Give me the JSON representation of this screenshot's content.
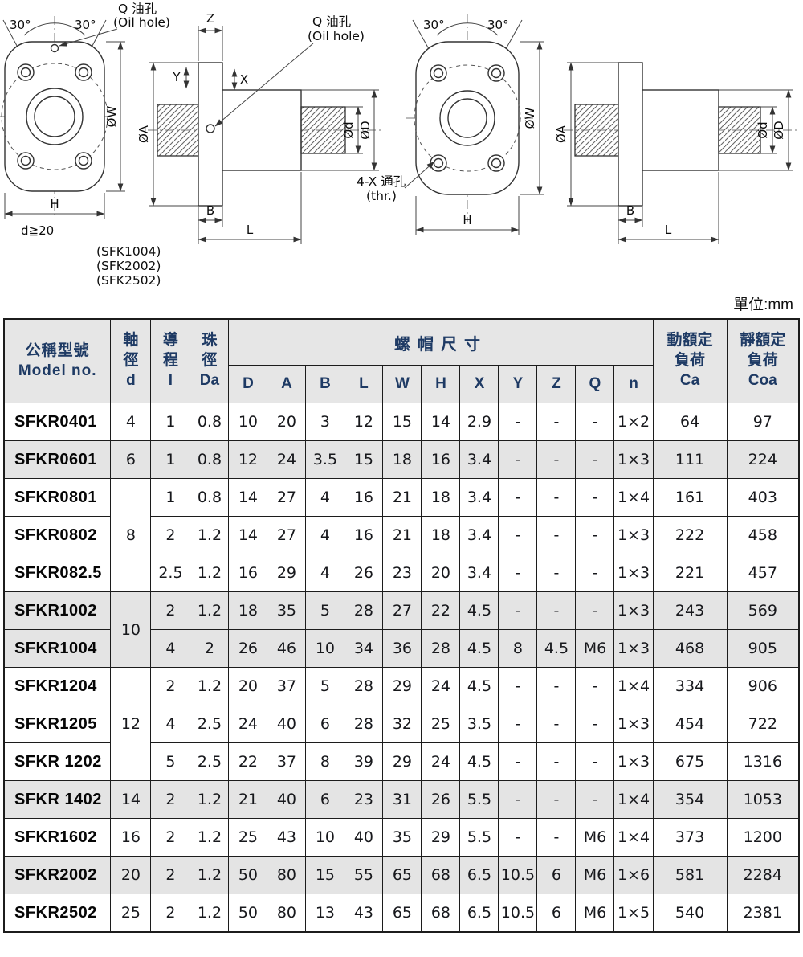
{
  "unit_label": "單位:mm",
  "drawings": {
    "oil_hole_label_1": {
      "line1": "Q 油孔",
      "line2": "(Oil hole)"
    },
    "oil_hole_label_2": {
      "line1": "Q 油孔",
      "line2": "(Oil hole)"
    },
    "thru_hole_label": {
      "line1": "4-X 通孔",
      "line2": "(thr.)"
    },
    "front_left": {
      "angle_left": "30°",
      "angle_right": "30°",
      "dia_w": "ØW",
      "h": "H",
      "d_note": "d≧20"
    },
    "side_left": {
      "z": "Z",
      "y": "Y",
      "x": "X",
      "dia_a": "ØA",
      "dia_d_small": "Ød",
      "dia_d_big": "ØD",
      "b": "B",
      "l": "L"
    },
    "front_right": {
      "angle_left": "30°",
      "angle_right": "30°",
      "dia_w": "ØW",
      "h": "H"
    },
    "side_right": {
      "dia_a": "ØA",
      "dia_d_small": "Ød",
      "dia_d_big": "ØD",
      "b": "B",
      "l": "L"
    },
    "model_refs": [
      "(SFK1004)",
      "(SFK2002)",
      "(SFK2502)"
    ]
  },
  "table": {
    "header": {
      "model_zh": "公稱型號",
      "model_en": "Model no.",
      "d": [
        "軸",
        "徑",
        "d"
      ],
      "lead": [
        "導",
        "程",
        "l"
      ],
      "da": [
        "珠",
        "徑",
        "Da"
      ],
      "nut": "螺帽尺寸",
      "dims": [
        "D",
        "A",
        "B",
        "L",
        "W",
        "H",
        "X",
        "Y",
        "Z",
        "Q",
        "n"
      ],
      "ca": [
        "動額定",
        "負荷",
        "Ca"
      ],
      "coa": [
        "靜額定",
        "負荷",
        "Coa"
      ]
    },
    "rows": [
      {
        "model": "SFKR0401",
        "d": "4",
        "d_rowspan": 1,
        "shaded": false,
        "lead": "1",
        "da": "0.8",
        "D": "10",
        "A": "20",
        "B": "3",
        "L": "12",
        "W": "15",
        "H": "14",
        "X": "2.9",
        "Y": "-",
        "Z": "-",
        "Q": "-",
        "n": "1×2",
        "Ca": "64",
        "Coa": "97"
      },
      {
        "model": "SFKR0601",
        "d": "6",
        "d_rowspan": 1,
        "shaded": true,
        "lead": "1",
        "da": "0.8",
        "D": "12",
        "A": "24",
        "B": "3.5",
        "L": "15",
        "W": "18",
        "H": "16",
        "X": "3.4",
        "Y": "-",
        "Z": "-",
        "Q": "-",
        "n": "1×3",
        "Ca": "111",
        "Coa": "224"
      },
      {
        "model": "SFKR0801",
        "d": "8",
        "d_rowspan": 3,
        "shaded": false,
        "lead": "1",
        "da": "0.8",
        "D": "14",
        "A": "27",
        "B": "4",
        "L": "16",
        "W": "21",
        "H": "18",
        "X": "3.4",
        "Y": "-",
        "Z": "-",
        "Q": "-",
        "n": "1×4",
        "Ca": "161",
        "Coa": "403"
      },
      {
        "model": "SFKR0802",
        "d": null,
        "shaded": false,
        "lead": "2",
        "da": "1.2",
        "D": "14",
        "A": "27",
        "B": "4",
        "L": "16",
        "W": "21",
        "H": "18",
        "X": "3.4",
        "Y": "-",
        "Z": "-",
        "Q": "-",
        "n": "1×3",
        "Ca": "222",
        "Coa": "458"
      },
      {
        "model": "SFKR082.5",
        "d": null,
        "shaded": false,
        "lead": "2.5",
        "da": "1.2",
        "D": "16",
        "A": "29",
        "B": "4",
        "L": "26",
        "W": "23",
        "H": "20",
        "X": "3.4",
        "Y": "-",
        "Z": "-",
        "Q": "-",
        "n": "1×3",
        "Ca": "221",
        "Coa": "457"
      },
      {
        "model": "SFKR1002",
        "d": "10",
        "d_rowspan": 2,
        "shaded": true,
        "lead": "2",
        "da": "1.2",
        "D": "18",
        "A": "35",
        "B": "5",
        "L": "28",
        "W": "27",
        "H": "22",
        "X": "4.5",
        "Y": "-",
        "Z": "-",
        "Q": "-",
        "n": "1×3",
        "Ca": "243",
        "Coa": "569"
      },
      {
        "model": "SFKR1004",
        "d": null,
        "shaded": true,
        "lead": "4",
        "da": "2",
        "D": "26",
        "A": "46",
        "B": "10",
        "L": "34",
        "W": "36",
        "H": "28",
        "X": "4.5",
        "Y": "8",
        "Z": "4.5",
        "Q": "M6",
        "n": "1×3",
        "Ca": "468",
        "Coa": "905"
      },
      {
        "model": "SFKR1204",
        "d": "12",
        "d_rowspan": 3,
        "shaded": false,
        "lead": "2",
        "da": "1.2",
        "D": "20",
        "A": "37",
        "B": "5",
        "L": "28",
        "W": "29",
        "H": "24",
        "X": "4.5",
        "Y": "-",
        "Z": "-",
        "Q": "-",
        "n": "1×4",
        "Ca": "334",
        "Coa": "906"
      },
      {
        "model": "SFKR1205",
        "d": null,
        "shaded": false,
        "lead": "4",
        "da": "2.5",
        "D": "24",
        "A": "40",
        "B": "6",
        "L": "28",
        "W": "32",
        "H": "25",
        "X": "3.5",
        "Y": "-",
        "Z": "-",
        "Q": "-",
        "n": "1×3",
        "Ca": "454",
        "Coa": "722"
      },
      {
        "model": "SFKR 1202",
        "d": null,
        "shaded": false,
        "lead": "5",
        "da": "2.5",
        "D": "22",
        "A": "37",
        "B": "8",
        "L": "39",
        "W": "29",
        "H": "24",
        "X": "4.5",
        "Y": "-",
        "Z": "-",
        "Q": "-",
        "n": "1×3",
        "Ca": "675",
        "Coa": "1316"
      },
      {
        "model": "SFKR 1402",
        "d": "14",
        "d_rowspan": 1,
        "shaded": true,
        "lead": "2",
        "da": "1.2",
        "D": "21",
        "A": "40",
        "B": "6",
        "L": "23",
        "W": "31",
        "H": "26",
        "X": "5.5",
        "Y": "-",
        "Z": "-",
        "Q": "-",
        "n": "1×4",
        "Ca": "354",
        "Coa": "1053"
      },
      {
        "model": "SFKR1602",
        "d": "16",
        "d_rowspan": 1,
        "shaded": false,
        "lead": "2",
        "da": "1.2",
        "D": "25",
        "A": "43",
        "B": "10",
        "L": "40",
        "W": "35",
        "H": "29",
        "X": "5.5",
        "Y": "-",
        "Z": "-",
        "Q": "M6",
        "n": "1×4",
        "Ca": "373",
        "Coa": "1200"
      },
      {
        "model": "SFKR2002",
        "d": "20",
        "d_rowspan": 1,
        "shaded": true,
        "lead": "2",
        "da": "1.2",
        "D": "50",
        "A": "80",
        "B": "15",
        "L": "55",
        "W": "65",
        "H": "68",
        "X": "6.5",
        "Y": "10.5",
        "Z": "6",
        "Q": "M6",
        "n": "1×6",
        "Ca": "581",
        "Coa": "2284"
      },
      {
        "model": "SFKR2502",
        "d": "25",
        "d_rowspan": 1,
        "shaded": false,
        "lead": "2",
        "da": "1.2",
        "D": "50",
        "A": "80",
        "B": "13",
        "L": "43",
        "W": "65",
        "H": "68",
        "X": "6.5",
        "Y": "10.5",
        "Z": "6",
        "Q": "M6",
        "n": "1×5",
        "Ca": "540",
        "Coa": "2381"
      }
    ]
  }
}
